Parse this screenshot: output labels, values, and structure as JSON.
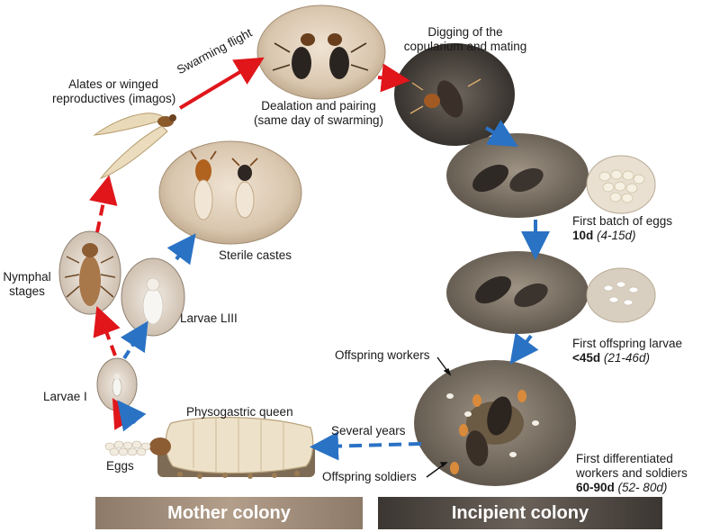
{
  "labels": {
    "alates": [
      "Alates or winged",
      "reproductives (imagos)"
    ],
    "swarming_flight": "Swarming flight",
    "dealation": [
      "Dealation and pairing",
      "(same day of swarming)"
    ],
    "digging": [
      "Digging of the",
      "copularium and mating"
    ],
    "first_eggs": {
      "title": "First batch of eggs",
      "days": "10d",
      "range": "(4-15d)"
    },
    "first_larvae": {
      "title": "First offspring larvae",
      "days": "<45d",
      "range": "(21-46d)"
    },
    "differentiated": {
      "line1": "First differentiated",
      "line2": "workers and soldiers",
      "days": "60-90d",
      "range": "(52- 80d)"
    },
    "offspring_workers": "Offspring workers",
    "offspring_soldiers": "Offspring soldiers",
    "several_years": "Several years",
    "physogastric_queen": "Physogastric queen",
    "eggs": "Eggs",
    "larvae_i": "Larvae I",
    "larvae_liii": "Larvae LIII",
    "sterile_castes": "Sterile castes",
    "nymphal": [
      "Nymphal",
      "stages"
    ]
  },
  "banners": {
    "mother": "Mother colony",
    "incipient": "Incipient colony"
  },
  "colors": {
    "red_arrow": "#e0161b",
    "blue_arrow": "#2a72c4",
    "banner_mother": "#a08c79",
    "banner_incipient": "#4f4842"
  }
}
